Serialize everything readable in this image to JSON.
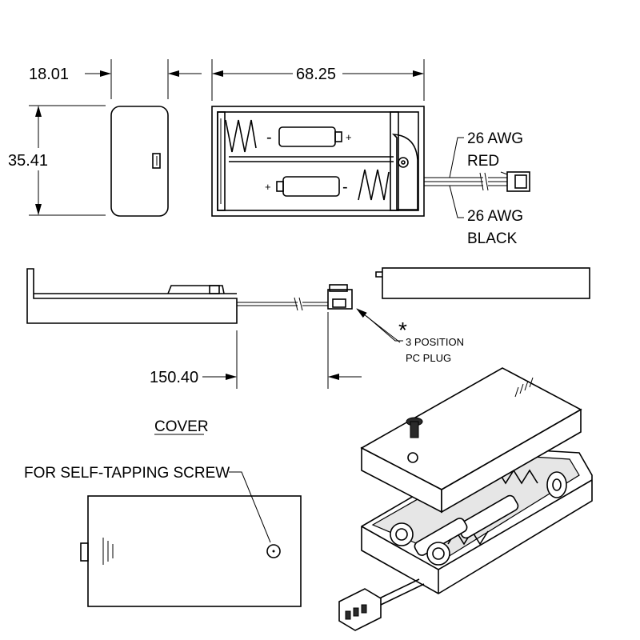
{
  "dimensions": {
    "depth": "18.01",
    "length": "68.25",
    "height": "35.41",
    "cable_length": "150.40"
  },
  "wires": {
    "red_gauge": "26 AWG",
    "red_color": "RED",
    "black_gauge": "26 AWG",
    "black_color": "BLACK"
  },
  "connector": {
    "asterisk": "*",
    "line1": "3 POSITION",
    "line2": "PC PLUG"
  },
  "cover": {
    "title": "COVER",
    "screw_note": "FOR SELF-TAPPING SCREW"
  },
  "battery": {
    "minus": "-",
    "plus": "+"
  }
}
